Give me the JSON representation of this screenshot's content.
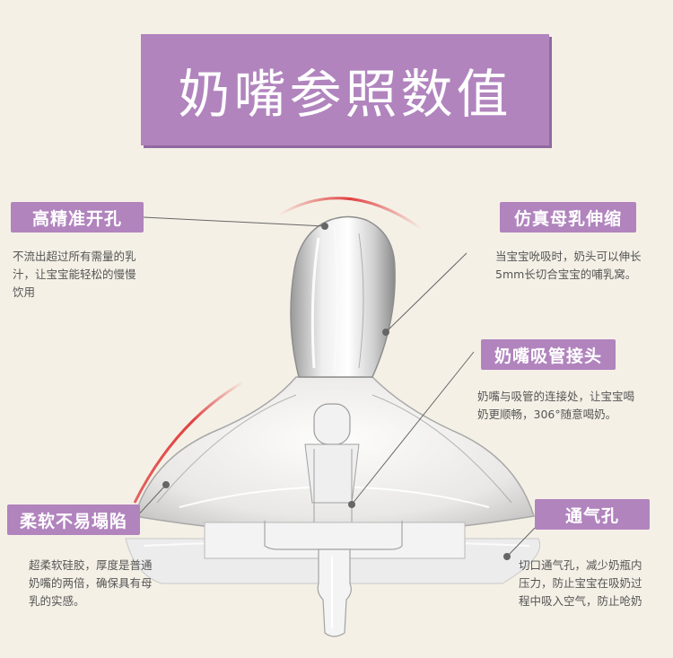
{
  "title": "奶嘴参照数值",
  "features": [
    {
      "label": "高精准开孔",
      "desc_lines": [
        "不流出超过所有需量的乳",
        "汁，让宝宝能轻松的慢慢",
        "饮用"
      ]
    },
    {
      "label": "仿真母乳伸缩",
      "desc_lines": [
        "当宝宝吮吸时，奶头可以伸长",
        "5mm长切合宝宝的哺乳窝。"
      ]
    },
    {
      "label": "奶嘴吸管接头",
      "desc_lines": [
        "奶嘴与吸管的连接处，让宝宝喝",
        "奶更顺畅，306°随意喝奶。"
      ]
    },
    {
      "label": "柔软不易塌陷",
      "desc_lines": [
        "超柔软硅胶，厚度是普通",
        "奶嘴的两倍，确保具有母",
        "乳的实感。"
      ]
    },
    {
      "label": "通气孔",
      "desc_lines": [
        "切口通气孔，减少奶瓶内",
        "压力，防止宝宝在吸奶过",
        "程中吸入空气，防止呛奶"
      ]
    }
  ],
  "colors": {
    "label_bg": "#b184be",
    "background": "#f5f0e6",
    "accent_arc": "#e04040"
  }
}
